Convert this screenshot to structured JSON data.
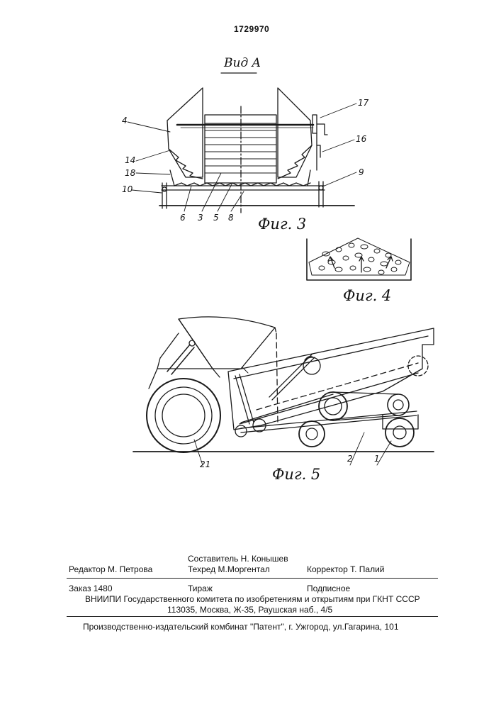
{
  "patent_number": "1729970",
  "fig3": {
    "view_caption": "Вид A",
    "caption": "Фиг. 3",
    "labels": {
      "l4": "4",
      "l14": "14",
      "l18": "18",
      "l10": "10",
      "l6": "6",
      "l3": "3",
      "l5": "5",
      "l8": "8",
      "l17": "17",
      "l16": "16",
      "l9": "9"
    }
  },
  "fig4": {
    "caption": "Фиг. 4"
  },
  "fig5": {
    "caption": "Фиг. 5",
    "labels": {
      "l21": "21",
      "l2": "2",
      "l1": "1"
    }
  },
  "imprint": {
    "sostavitel": "Составитель  Н. Конышев",
    "redaktor": "Редактор  М. Петрова",
    "tekhred": "Техред М.Моргентал",
    "korrektor": "Корректор  Т. Палий",
    "zakaz": "Заказ 1480",
    "tirazh": "Тираж",
    "podpisnoe": "Подписное",
    "vniipi": "ВНИИПИ Государственного комитета по изобретениям и открытиям при ГКНТ СССР",
    "address": "113035, Москва, Ж-35, Раушская наб., 4/5",
    "kombinat": "Производственно-издательский комбинат \"Патент\", г. Ужгород, ул.Гагарина, 101"
  }
}
